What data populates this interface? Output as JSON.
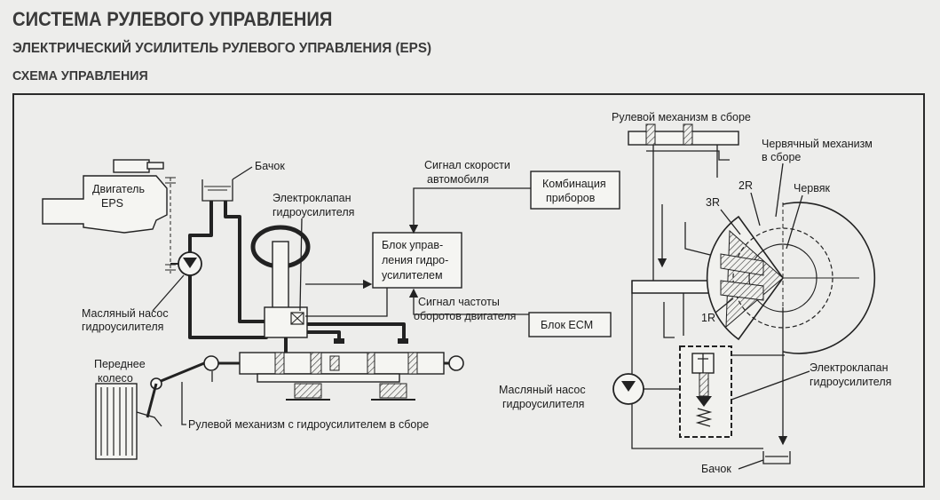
{
  "header": {
    "title": "СИСТЕМА РУЛЕВОГО УПРАВЛЕНИЯ",
    "subtitle": "ЭЛЕКТРИЧЕСКИЙ УСИЛИТЕЛЬ РУЛЕВОГО УПРАВЛЕНИЯ (EPS)",
    "section": "СХЕМА УПРАВЛЕНИЯ"
  },
  "left": {
    "engine_l1": "Двигатель",
    "engine_l2": "EPS",
    "tank": "Бачок",
    "valve_l1": "Электроклапан",
    "valve_l2": "гидроусилителя",
    "pump_l1": "Масляный насос",
    "pump_l2": "гидроусилителя",
    "wheel_l1": "Переднее",
    "wheel_l2": "колесо",
    "steering_assembly": "Рулевой механизм с гидроусилителем в сборе"
  },
  "middle": {
    "speed_l1": "Сигнал скорости",
    "speed_l2": "автомобиля",
    "cluster_l1": "Комбинация",
    "cluster_l2": "приборов",
    "ecu_l1": "Блок управ-",
    "ecu_l2": "ления гидро-",
    "ecu_l3": "усилителем",
    "rpm_l1": "Сигнал частоты",
    "rpm_l2": "оборотов двигателя",
    "ecm": "Блок ECM"
  },
  "right": {
    "gear_assembly": "Рулевой механизм в сборе",
    "worm_gear_l1": "Червячный механизм",
    "worm_gear_l2": "в сборе",
    "worm": "Червяк",
    "r3": "3R",
    "r2": "2R",
    "r1": "1R",
    "valve_l1": "Электроклапан",
    "valve_l2": "гидроусилителя",
    "pump_l1": "Масляный насос",
    "pump_l2": "гидроусилителя",
    "tank": "Бачок"
  }
}
